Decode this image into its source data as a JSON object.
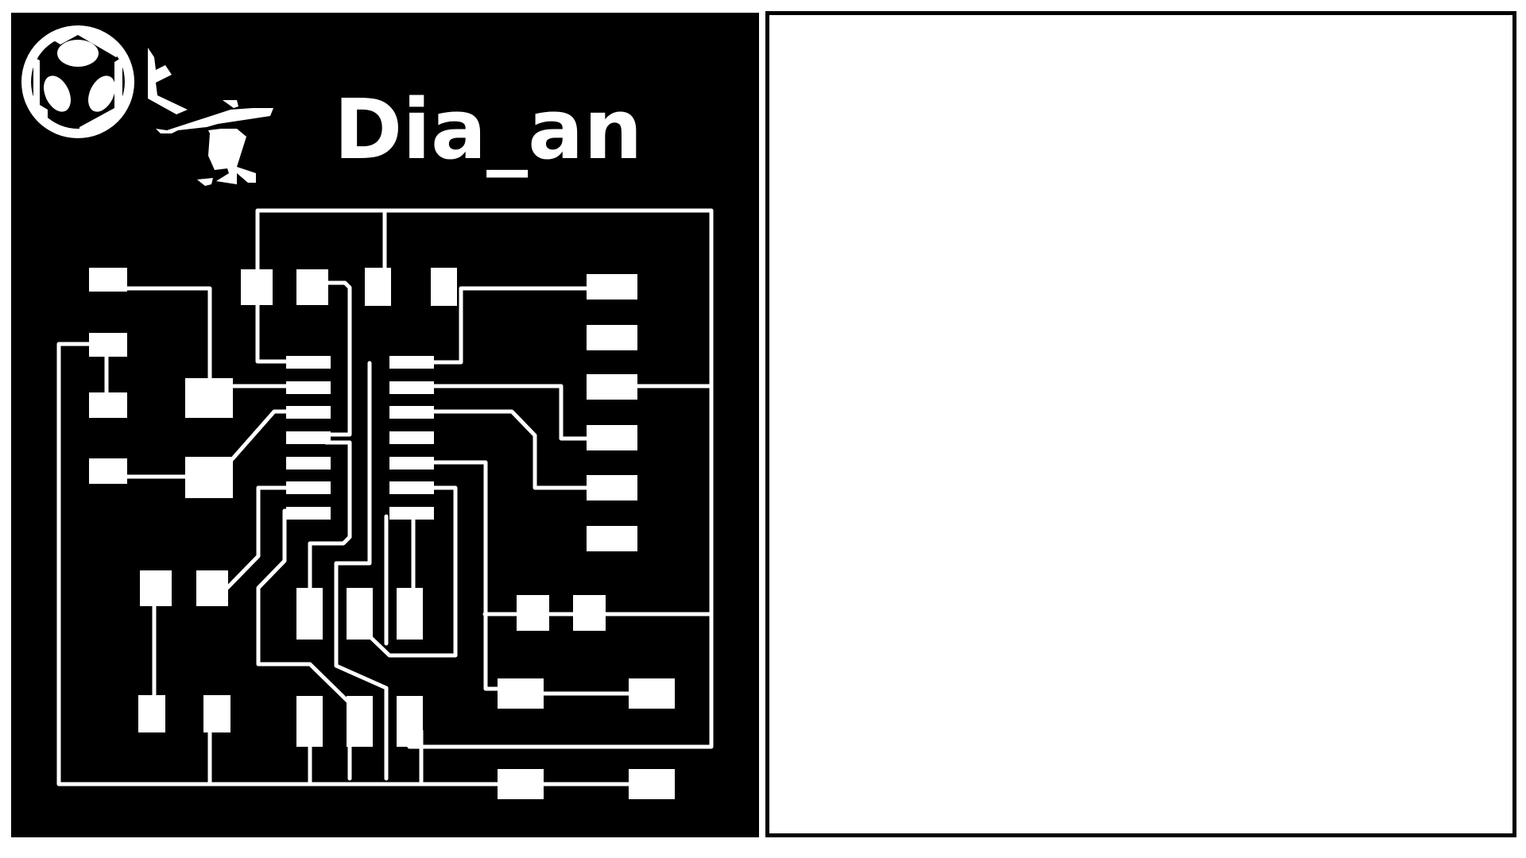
{
  "board": {
    "title": "Dia_an",
    "copper_color": "#ffffff",
    "substrate_color": "#000000"
  },
  "logos": [
    "recycle-logo",
    "hanzi-calligraphy-logo"
  ]
}
